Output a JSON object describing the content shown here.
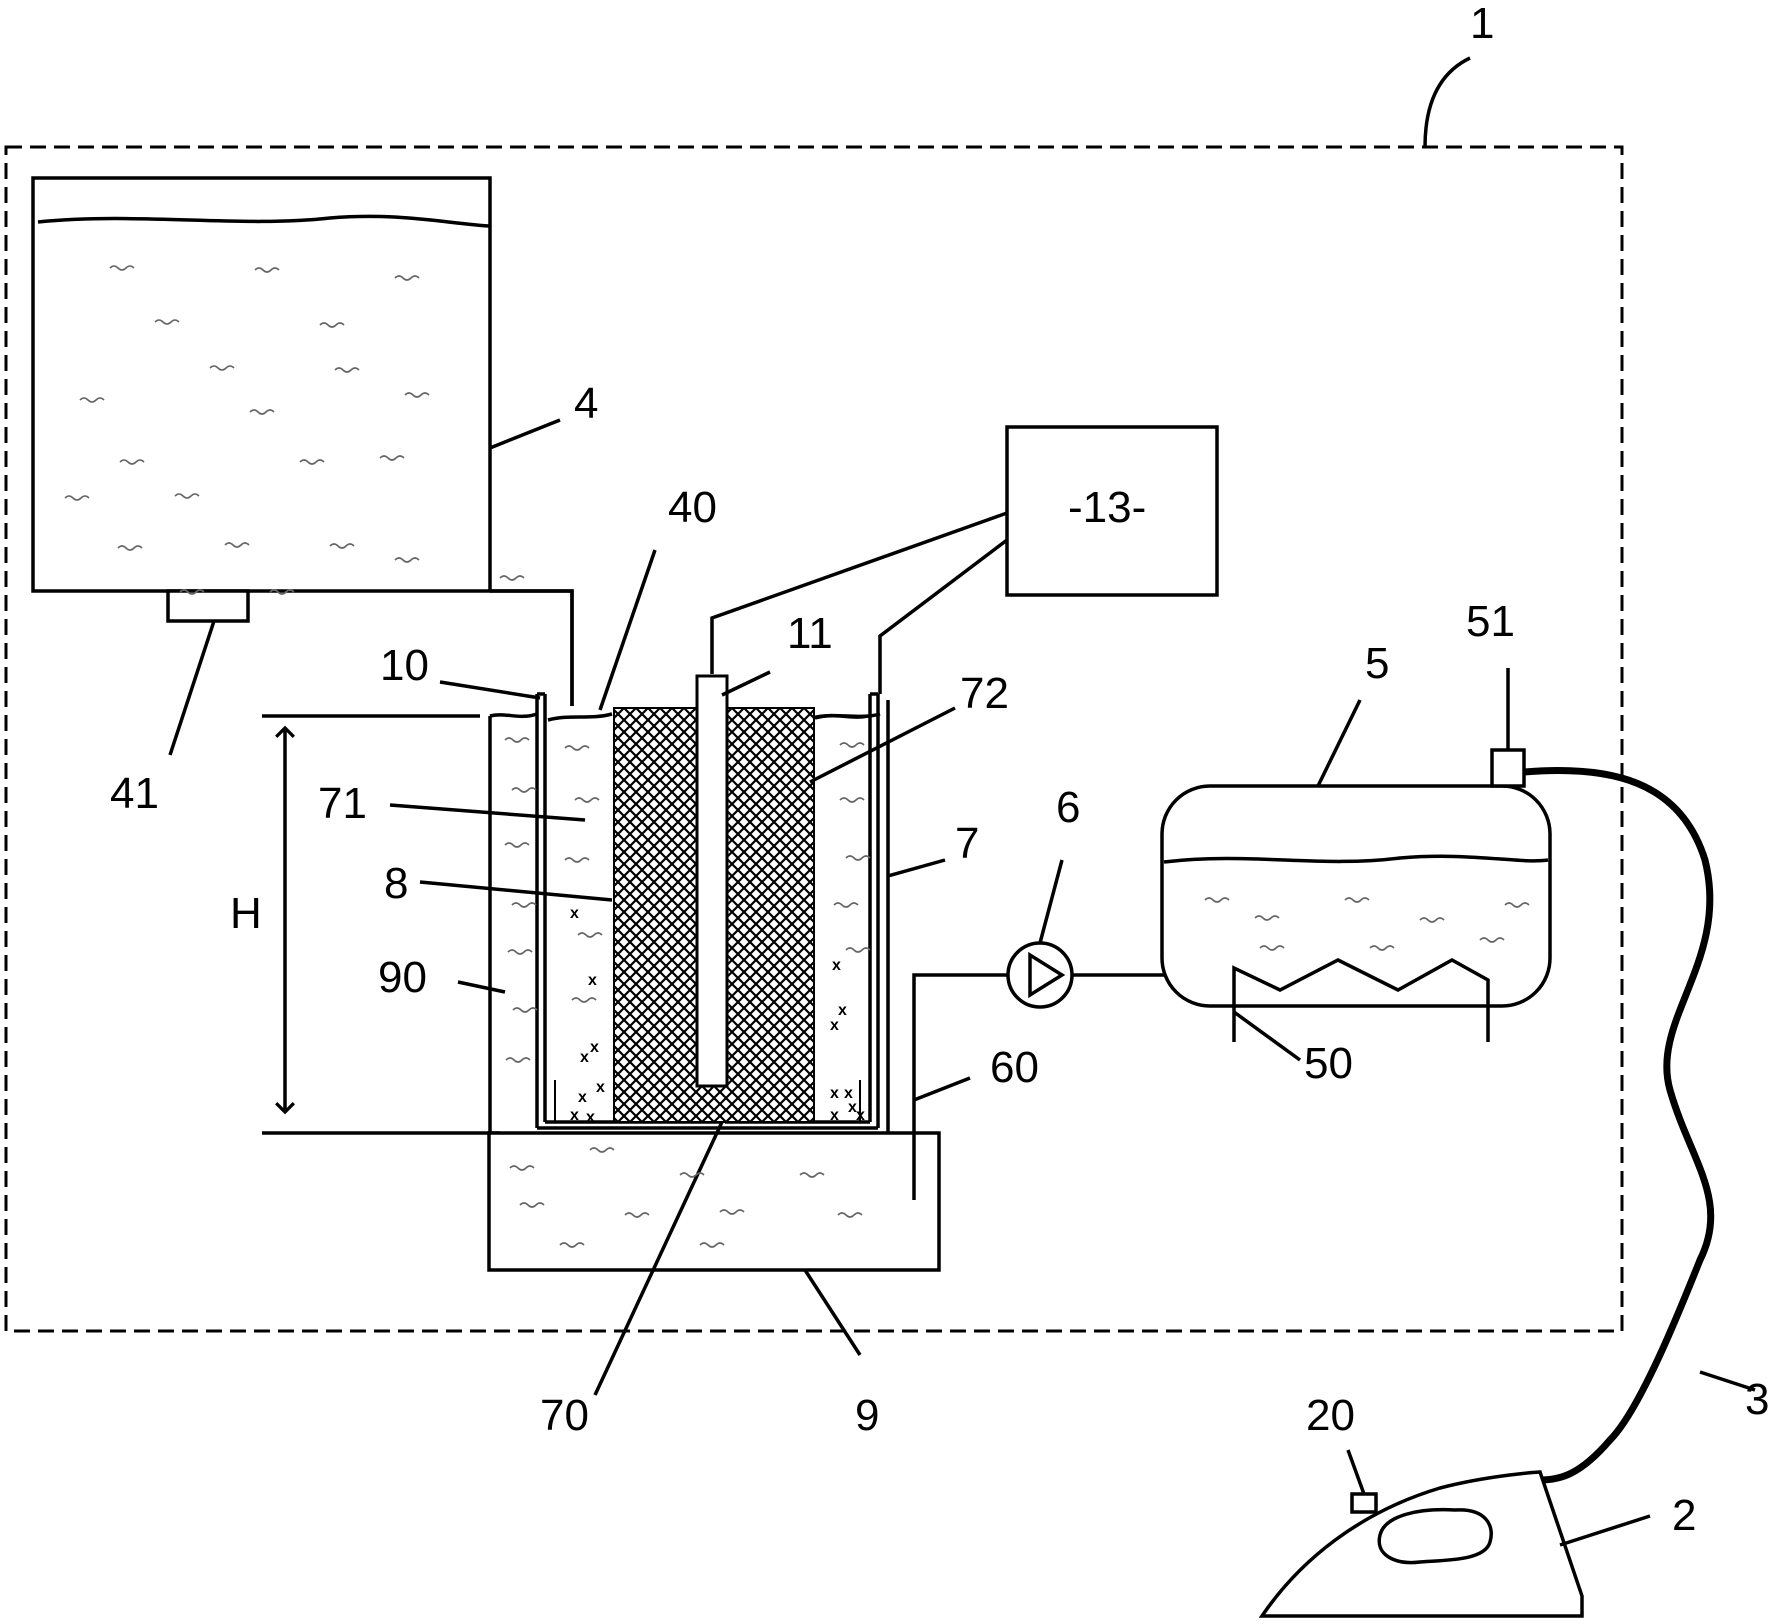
{
  "labels": {
    "l1": "1",
    "l2": "2",
    "l3": "3",
    "l4": "4",
    "l5": "5",
    "l6": "6",
    "l7": "7",
    "l8": "8",
    "l9": "9",
    "l10": "10",
    "l11": "11",
    "l13": "-13-",
    "l20": "20",
    "l40": "40",
    "l41": "41",
    "l50": "50",
    "l51": "51",
    "l60": "60",
    "l70": "70",
    "l71": "71",
    "l72": "72",
    "l90": "90",
    "lH": "H"
  }
}
